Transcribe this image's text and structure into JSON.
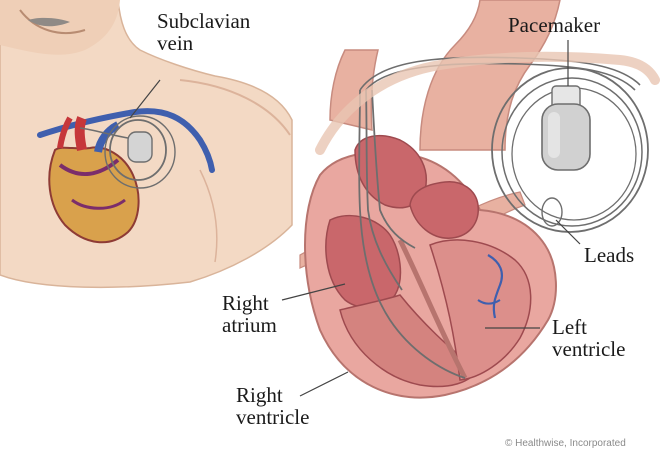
{
  "labels": {
    "subclavian_vein": [
      "Subclavian",
      "vein"
    ],
    "pacemaker": "Pacemaker",
    "leads": "Leads",
    "right_atrium": [
      "Right",
      "atrium"
    ],
    "left_ventricle": [
      "Left",
      "ventricle"
    ],
    "right_ventricle": [
      "Right",
      "ventricle"
    ]
  },
  "credit": "© Healthwise, Incorporated",
  "colors": {
    "skin": "#f3d9c4",
    "skin_shadow": "#e3bfa6",
    "heart_outer": "#e9a7a0",
    "heart_inner": "#d87f7e",
    "chamber": "#c9676b",
    "vein_blue": "#3f5fae",
    "artery_red": "#c6373a",
    "lead_gray": "#6e6e6e",
    "device": "#cfcfcf"
  }
}
